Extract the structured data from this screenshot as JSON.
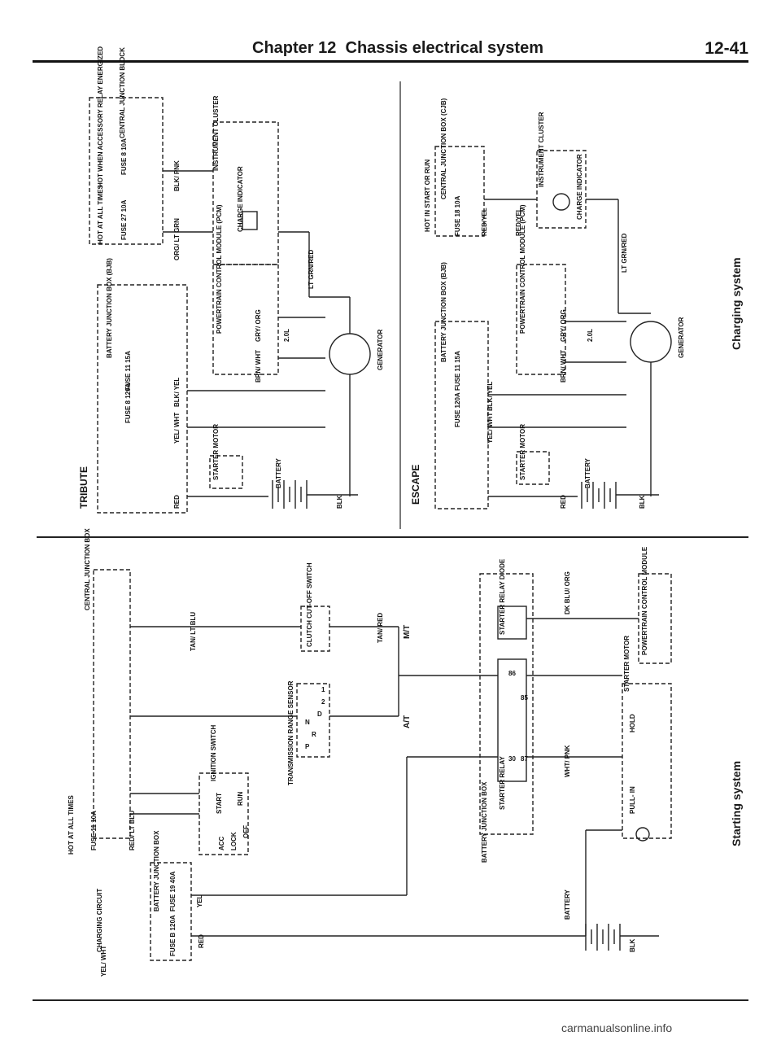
{
  "header": {
    "chapter": "Chapter 12",
    "title": "Chassis electrical system",
    "page": "12-41"
  },
  "sections": {
    "charging": "Charging system",
    "starting": "Starting system"
  },
  "tribute": {
    "title": "TRIBUTE",
    "hot_all_times": "HOT AT ALL TIMES",
    "hot_accessory": "HOT WHEN ACCESSORY RELAY ENERGIZED",
    "central_junction": "CENTRAL JUNCTION BLOCK",
    "fuse_27": "FUSE 27 10A",
    "fuse_8": "FUSE 8 10A",
    "instrument_cluster": "INSTRUMENT CLUSTER",
    "charge_indicator": "CHARGE INDICATOR",
    "pcm": "POWERTRAIN CONTROL MODULE (PCM)",
    "battery_junction": "BATTERY JUNCTION BOX (BJB)",
    "fuse_8_120a": "FUSE 8 120A",
    "fuse_11": "FUSE 11 15A",
    "starter_motor": "STARTER MOTOR",
    "battery": "BATTERY",
    "generator": "GENERATOR",
    "engine": "2.0L",
    "wires": {
      "org_ltgrn": "ORG/ LT GRN",
      "blk_pnk": "BLK/ PNK",
      "lt_grn_red": "LT GRN/RED",
      "gry_org": "GRY/ ORG",
      "brn_wht": "BRN/ WHT",
      "blk_yel": "BLK/ YEL",
      "yel_wht": "YEL/ WHT",
      "red": "RED",
      "blk": "BLK"
    }
  },
  "escape": {
    "title": "ESCAPE",
    "hot_start_run": "HOT IN START OR RUN",
    "central_junction": "CENTRAL JUNCTION BOX (CJB)",
    "fuse_18": "FUSE 18 10A",
    "instrument_cluster": "INSTRUMENT CLUSTER",
    "charge_indicator": "CHARGE INDICATOR",
    "pcm": "POWERTRAIN CONTROL MODULE (PCM)",
    "battery_junction": "BATTERY JUNCTION BOX (BJB)",
    "fuse_120a": "FUSE 120A",
    "fuse_11": "FUSE 11 15A",
    "starter_motor": "STARTER MOTOR",
    "battery": "BATTERY",
    "generator": "GENERATOR",
    "engine": "2.0L",
    "wires": {
      "red_yel": "RED/YEL",
      "lt_grn_red": "LT GRN/RED",
      "gry_org": "GRY/ ORG",
      "brn_wht": "BRN/ WHT",
      "blk_yel": "BLK/ YEL",
      "yel_wht": "YEL/ WHT",
      "red": "RED",
      "blk": "BLK"
    }
  },
  "starting": {
    "central_junction": "CENTRAL JUNCTION BOX",
    "hot_all_times": "HOT AT ALL TIMES",
    "fuse_11": "FUSE 11 10A",
    "battery_junction": "BATTERY JUNCTION BOX",
    "fuse_19": "FUSE 19 40A",
    "fuse_b": "FUSE B 120A",
    "charging_circuit": "CHARGING CIRCUIT",
    "ignition_switch": "IGNITION SWITCH",
    "positions": [
      "ACC",
      "LOCK",
      "OFF",
      "RUN",
      "START"
    ],
    "clutch_switch": "CLUTCH CUT-OFF SWITCH",
    "trans_sensor": "TRANSMISSION RANGE SENSOR",
    "gears": [
      "P",
      "R",
      "N",
      "D",
      "2",
      "1"
    ],
    "mt": "M/T",
    "at": "A/T",
    "starter_relay_diode": "STARTER RELAY DIODE",
    "starter_relay": "STARTER RELAY",
    "bjb_bottom": "BATTERY JUNCTION BOX",
    "relay_pins": [
      "30",
      "86",
      "85",
      "87"
    ],
    "pcm": "POWERTRAIN CONTROL MODULE",
    "starter_motor": "STARTER MOTOR",
    "hold": "HOLD",
    "pull_in": "PULL- IN",
    "battery": "BATTERY",
    "wires": {
      "red_ltblu": "RED/ LT BLU",
      "tan_ltblu": "TAN/ LT BLU",
      "tan_red": "TAN/ RED",
      "yel": "YEL",
      "yel_wht": "YEL/ WHT",
      "red": "RED",
      "blk": "BLK",
      "dk_blu_org": "DK BLU/ ORG",
      "wht_pnk": "WHT/ PNK"
    }
  },
  "footer": "carmanualsonline.info"
}
